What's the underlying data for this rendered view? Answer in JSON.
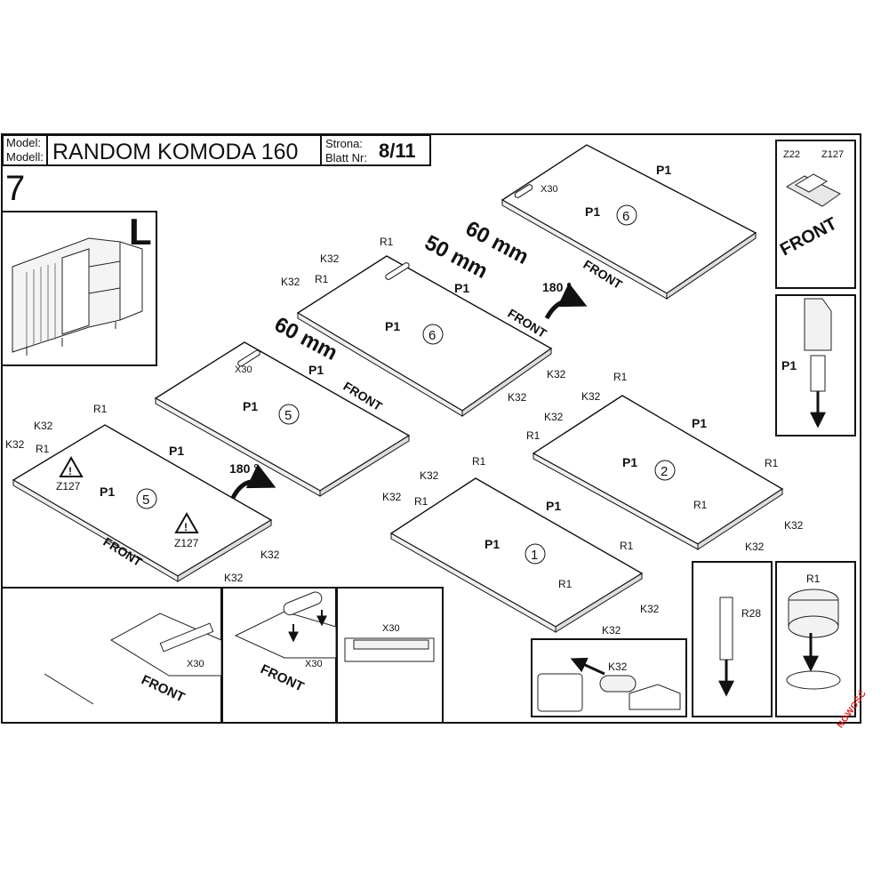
{
  "header": {
    "model_label_1": "Model:",
    "model_label_2": "Modell:",
    "model_name": "RANDOM KOMODA 160",
    "page_label_1": "Strona:",
    "page_label_2": "Blatt Nr:",
    "page_number": "8/11"
  },
  "step_number": "7",
  "overview": {
    "side_letter": "L"
  },
  "dimensions": {
    "d1": "60 mm",
    "d2": "50 mm",
    "d3": "60 mm"
  },
  "rotation": {
    "label": "180 °"
  },
  "front_label": "FRONT",
  "panel_numbers": {
    "top_right": "6",
    "upper_middle": "6",
    "middle_left": "5",
    "left": "5",
    "right_middle": "2",
    "center": "1"
  },
  "parts": {
    "P1": "P1",
    "R1": "R1",
    "K32": "K32",
    "X30": "X30",
    "Z22": "Z22",
    "Z127": "Z127",
    "R28": "R28"
  },
  "stamp": "NOWOŚĆ"
}
